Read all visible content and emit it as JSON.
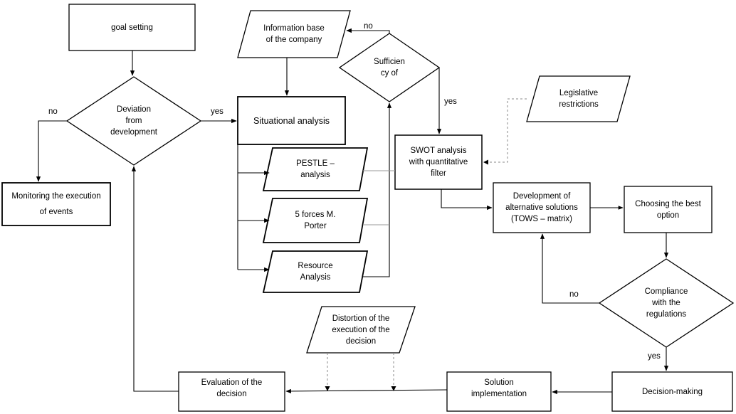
{
  "nodes": {
    "goal_setting": "goal setting",
    "info_base": "Information base\nof the company",
    "sufficiency": "Sufficien\ncy of",
    "deviation": "Deviation\nfrom\ndevelopment",
    "situational": "Situational analysis",
    "legislative": "Legislative\nrestrictions",
    "swot": "SWOT analysis\nwith quantitative\nfilter",
    "pestle": "PESTLE –\nanalysis",
    "monitoring": "Monitoring the execution\nof events",
    "development": "Development of\nalternative solutions\n(TOWS – matrix)",
    "choosing": "Choosing the best\noption",
    "five_forces": "5 forces M.\nPorter",
    "resource": "Resource\nAnalysis",
    "compliance": "Compliance\nwith the\nregulations",
    "distortion": "Distortion of the\nexecution of the\ndecision",
    "evaluation": "Evaluation of the\ndecision",
    "solution": "Solution\nimplementation",
    "decision": "Decision-making"
  },
  "edge_labels": {
    "no_sufficiency": "no",
    "yes_sufficiency": "yes",
    "no_deviation": "no",
    "yes_deviation": "yes",
    "no_compliance": "no",
    "yes_compliance": "yes"
  },
  "colors": {
    "stroke": "#000000",
    "thin_line": "#9a9a9a",
    "dashed_line": "#9a9a9a"
  }
}
